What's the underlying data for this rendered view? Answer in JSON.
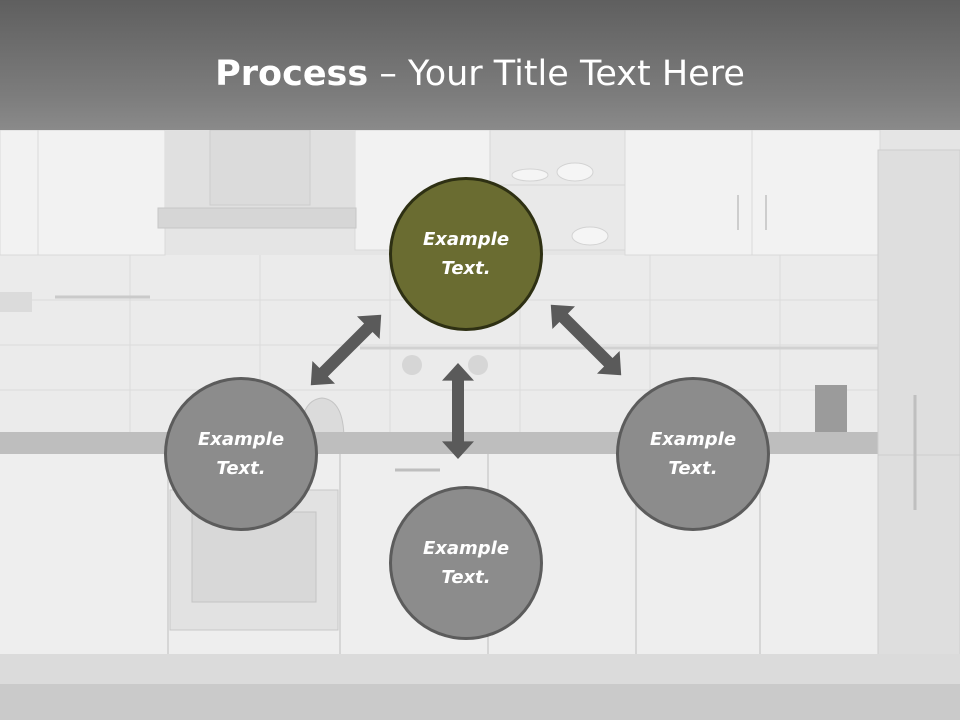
{
  "title": {
    "bold": "Process",
    "rest": " – Your Title Text Here"
  },
  "nodes": [
    {
      "id": "top",
      "label_line1": "Example",
      "label_line2": "Text."
    },
    {
      "id": "left",
      "label_line1": "Example",
      "label_line2": "Text."
    },
    {
      "id": "bottom",
      "label_line1": "Example",
      "label_line2": "Text."
    },
    {
      "id": "right",
      "label_line1": "Example",
      "label_line2": "Text."
    }
  ],
  "colors": {
    "center_fill": "#6a6c31",
    "outer_fill": "#8c8c8c",
    "arrow": "#5a5a5a"
  },
  "icons": [
    "double-headed-arrow"
  ]
}
